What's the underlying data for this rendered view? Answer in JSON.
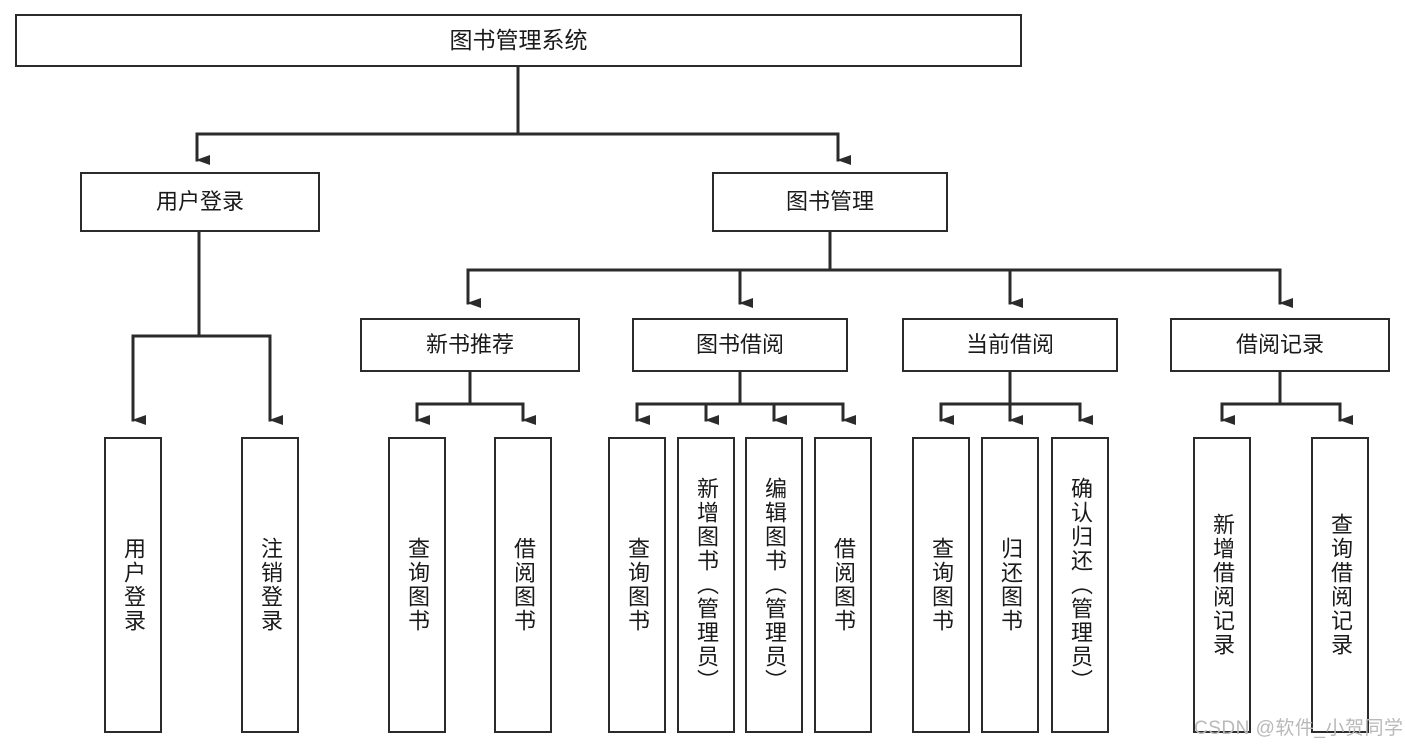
{
  "diagram": {
    "title": "图书管理系统",
    "type": "tree-hierarchy-diagram",
    "root": {
      "label": "图书管理系统"
    },
    "level2": [
      {
        "label": "用户登录"
      },
      {
        "label": "图书管理"
      }
    ],
    "level3": [
      {
        "label": "新书推荐"
      },
      {
        "label": "图书借阅"
      },
      {
        "label": "当前借阅"
      },
      {
        "label": "借阅记录"
      }
    ],
    "leaves": {
      "user_login": [
        {
          "label": "用户登录"
        },
        {
          "label": "注销登录"
        }
      ],
      "new_book_recommend": [
        {
          "label": "查询图书"
        },
        {
          "label": "借阅图书"
        }
      ],
      "book_borrow": [
        {
          "label": "查询图书"
        },
        {
          "label": "新增图书（管理员）"
        },
        {
          "label": "编辑图书（管理员）"
        },
        {
          "label": "借阅图书"
        }
      ],
      "current_borrow": [
        {
          "label": "查询图书"
        },
        {
          "label": "归还图书"
        },
        {
          "label": "确认归还（管理员）"
        }
      ],
      "borrow_record": [
        {
          "label": "新增借阅记录"
        },
        {
          "label": "查询借阅记录"
        }
      ]
    }
  },
  "watermark": {
    "text": "CSDN @软件_小贺同学"
  },
  "colors": {
    "stroke": "#2b2b2b",
    "box_fill": "#ffffff",
    "text": "#1a1a1a",
    "watermark": "#b9b9b9",
    "background": "#ffffff"
  }
}
